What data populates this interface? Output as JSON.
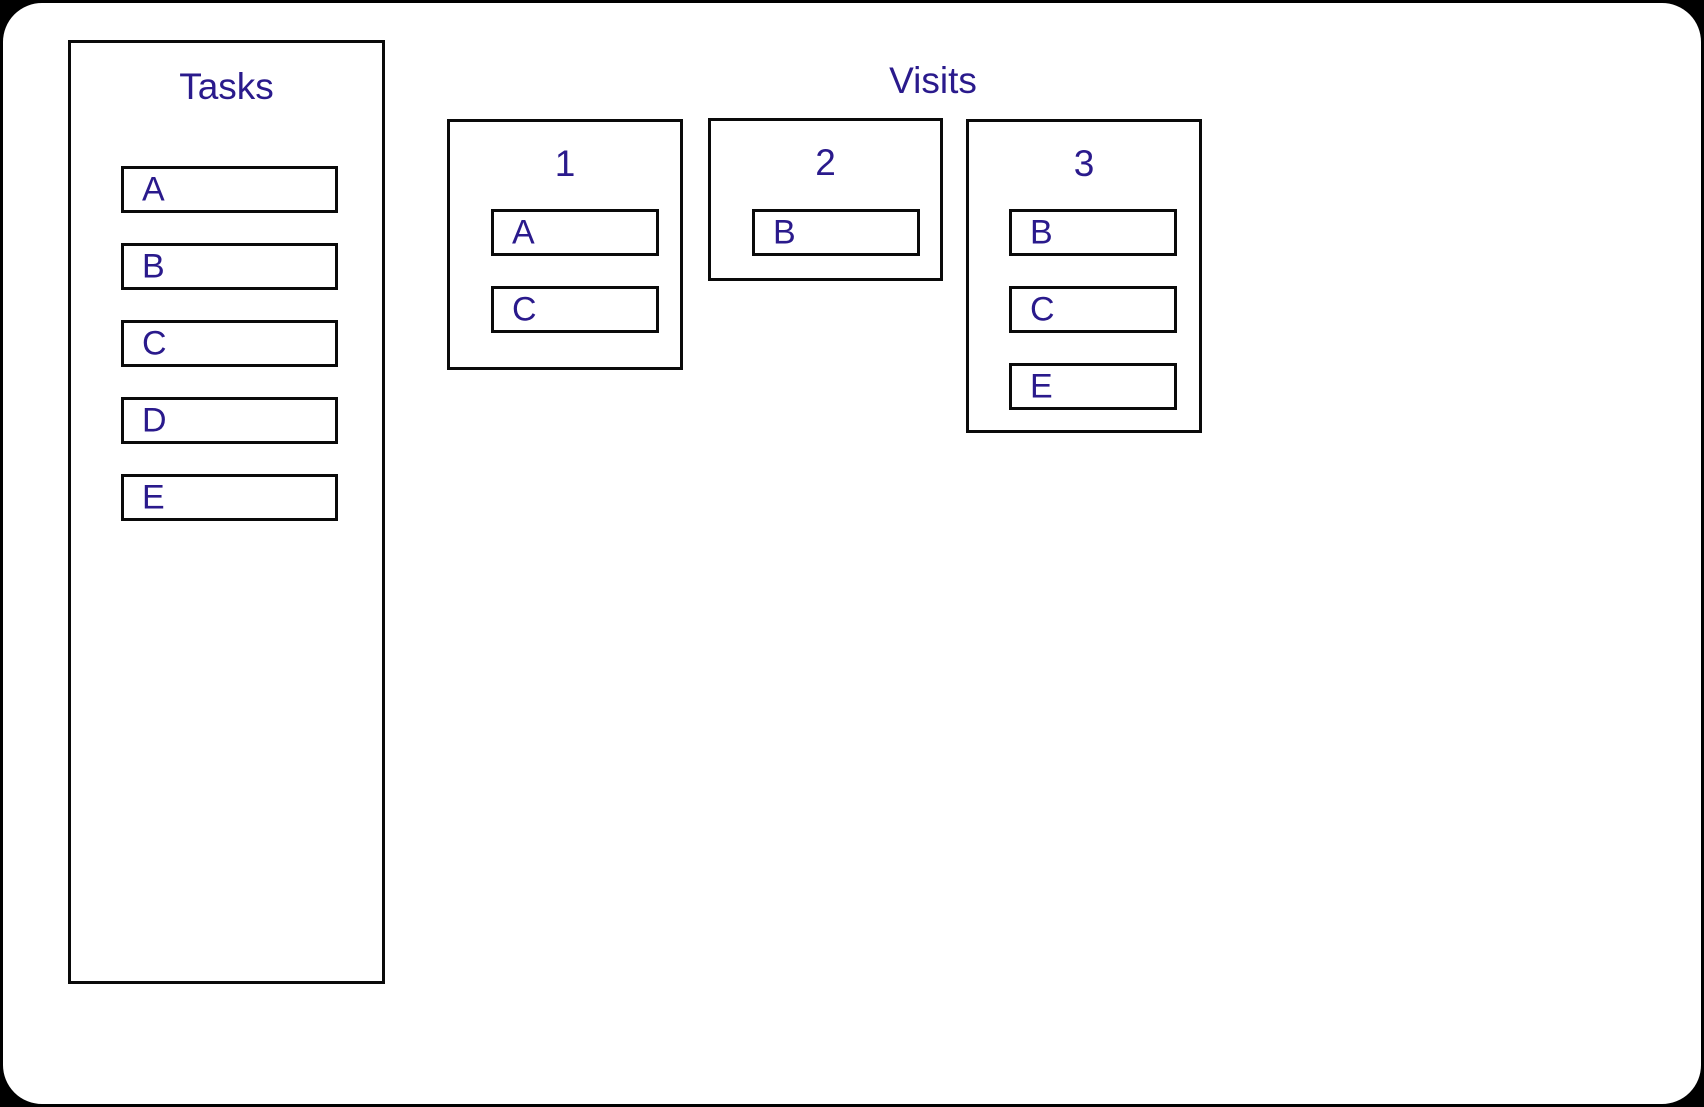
{
  "colors": {
    "text": "#2a1a8c",
    "border": "#0a0a0a",
    "background": "#ffffff",
    "outside": "#000000"
  },
  "tasks": {
    "title": "Tasks",
    "items": [
      {
        "label": "A"
      },
      {
        "label": "B"
      },
      {
        "label": "C"
      },
      {
        "label": "D"
      },
      {
        "label": "E"
      }
    ]
  },
  "visits": {
    "title": "Visits",
    "panels": [
      {
        "title": "1",
        "items": [
          {
            "label": "A"
          },
          {
            "label": "C"
          }
        ]
      },
      {
        "title": "2",
        "items": [
          {
            "label": "B"
          }
        ]
      },
      {
        "title": "3",
        "items": [
          {
            "label": "B"
          },
          {
            "label": "C"
          },
          {
            "label": "E"
          }
        ]
      }
    ]
  }
}
